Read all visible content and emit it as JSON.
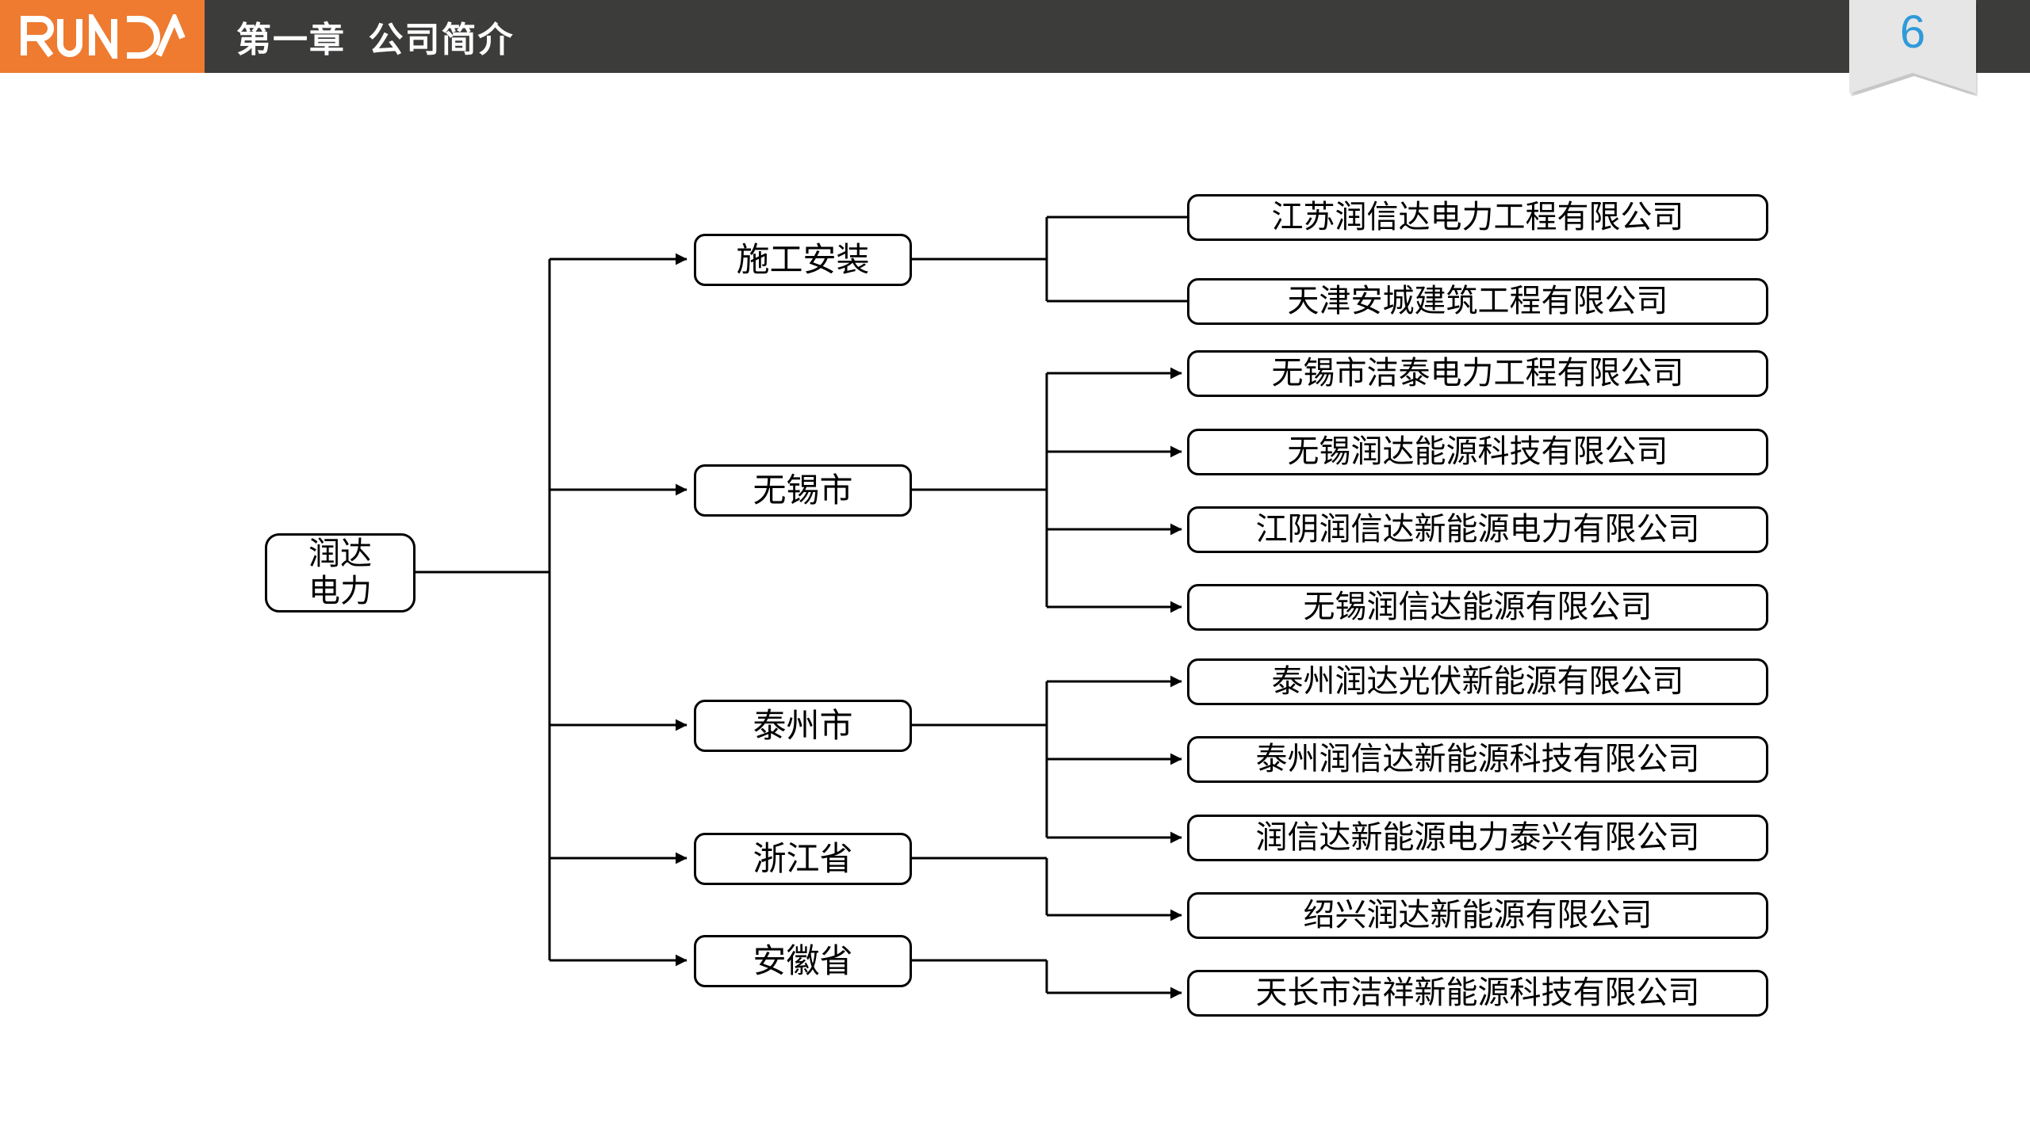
{
  "header": {
    "logo_text": "RUNDA",
    "logo_color": "#ee7b30",
    "bar_color": "#3c3c3b",
    "title": "第一章  公司简介",
    "page_number": "6",
    "page_number_color": "#2f9ad8",
    "ribbon_color": "#e6e6e6"
  },
  "diagram": {
    "type": "org-tree",
    "root": {
      "line1": "润达",
      "line2": "电力"
    },
    "branches": [
      {
        "label": "施工安装",
        "children": [
          "江苏润信达电力工程有限公司",
          "天津安城建筑工程有限公司"
        ]
      },
      {
        "label": "无锡市",
        "children": [
          "无锡市洁泰电力工程有限公司",
          "无锡润达能源科技有限公司",
          "江阴润信达新能源电力有限公司",
          "无锡润信达能源有限公司"
        ]
      },
      {
        "label": "泰州市",
        "children": [
          "泰州润达光伏新能源有限公司",
          "泰州润信达新能源科技有限公司",
          "润信达新能源电力泰兴有限公司"
        ]
      },
      {
        "label": "浙江省",
        "children": [
          "绍兴润达新能源有限公司"
        ]
      },
      {
        "label": "安徽省",
        "children": [
          "天长市洁祥新能源科技有限公司"
        ]
      }
    ],
    "leaves_in_order": [
      "江苏润信达电力工程有限公司",
      "天津安城建筑工程有限公司",
      "无锡市洁泰电力工程有限公司",
      "无锡润达能源科技有限公司",
      "江阴润信达新能源电力有限公司",
      "无锡润信达能源有限公司",
      "泰州润达光伏新能源有限公司",
      "泰州润信达新能源科技有限公司",
      "润信达新能源电力泰兴有限公司",
      "绍兴润达新能源有限公司",
      "天长市洁祥新能源科技有限公司"
    ],
    "line_color": "#000000"
  }
}
